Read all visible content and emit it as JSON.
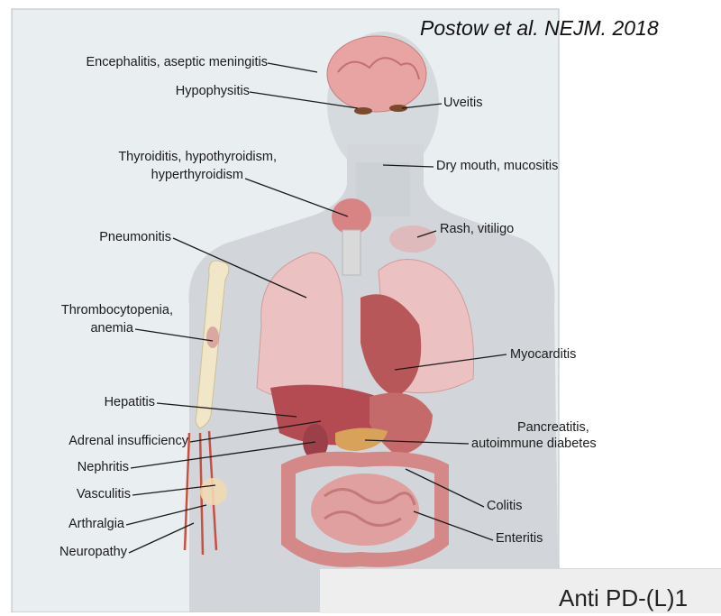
{
  "citation": "Postow et al. NEJM. 2018",
  "labels": {
    "encephalitis": "Encephalitis, aseptic meningitis",
    "hypophysitis": "Hypophysitis",
    "uveitis": "Uveitis",
    "thyroiditis_1": "Thyroiditis, hypothyroidism,",
    "thyroiditis_2": "hyperthyroidism",
    "dry_mouth": "Dry mouth, mucositis",
    "rash": "Rash, vitiligo",
    "pneumonitis": "Pneumonitis",
    "thrombocytopenia_1": "Thrombocytopenia,",
    "thrombocytopenia_2": "anemia",
    "myocarditis": "Myocarditis",
    "hepatitis": "Hepatitis",
    "adrenal": "Adrenal insufficiency",
    "pancreatitis_1": "Pancreatitis,",
    "pancreatitis_2": "autoimmune diabetes",
    "nephritis": "Nephritis",
    "vasculitis": "Vasculitis",
    "colitis": "Colitis",
    "arthralgia": "Arthralgia",
    "enteritis": "Enteritis",
    "neuropathy": "Neuropathy"
  },
  "bottom_text": "Anti PD-(L)1",
  "colors": {
    "background": "#e9eef1",
    "body_fill": "#c9ced3",
    "organ": "#e8a3a3",
    "organ_dark": "#b8575a",
    "leader_line": "#1a1a1a"
  }
}
